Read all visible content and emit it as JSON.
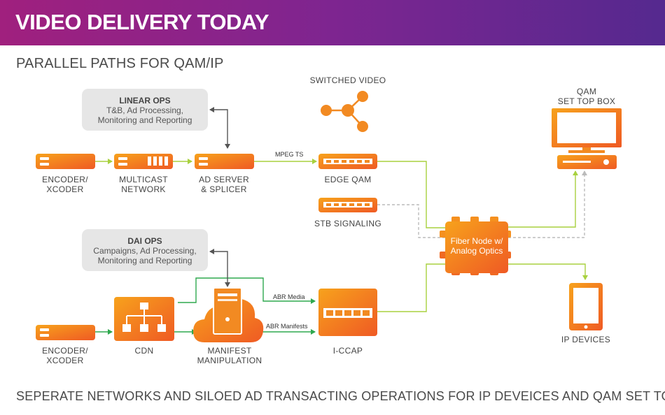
{
  "header": {
    "title": "VIDEO DELIVERY TODAY"
  },
  "subtitle": "PARALLEL PATHS FOR QAM/IP",
  "footer": "SEPERATE NETWORKS AND SILOED AD TRANSACTING OPERATIONS FOR IP DEVEICES AND QAM SET TOPS",
  "linear_ops": {
    "title": "LINEAR OPS",
    "line1": "T&B, Ad Processing,",
    "line2": "Monitoring and Reporting"
  },
  "dai_ops": {
    "title": "DAI OPS",
    "line1": "Campaigns, Ad Processing,",
    "line2": "Monitoring and Reporting"
  },
  "nodes": {
    "encoder_top": {
      "line1": "ENCODER/",
      "line2": "XCODER"
    },
    "multicast": {
      "line1": "MULTICAST",
      "line2": "NETWORK"
    },
    "ad_server": {
      "line1": "AD SERVER",
      "line2": "& SPLICER"
    },
    "switched_video": "SWITCHED VIDEO",
    "edge_qam": "EDGE QAM",
    "stb_signaling": "STB SIGNALING",
    "qam_stb": {
      "line1": "QAM",
      "line2": "SET TOP BOX"
    },
    "fiber_node": {
      "line1": "Fiber Node w/",
      "line2": "Analog Optics"
    },
    "ip_devices": "IP DEVICES",
    "encoder_bottom": {
      "line1": "ENCODER/",
      "line2": "XCODER"
    },
    "cdn": "CDN",
    "manifest": {
      "line1": "MANIFEST",
      "line2": "MANIPULATION"
    },
    "iccap": "I-CCAP"
  },
  "edges": {
    "mpeg_ts": "MPEG TS",
    "abr_media": "ABR Media",
    "abr_manifests": "ABR Manifests"
  },
  "colors": {
    "header_start": "#a0207e",
    "header_end": "#55298f",
    "orange_light": "#f7a21c",
    "orange_dark": "#ef5a24",
    "green_line": "#a8d13f",
    "green_dark": "#2fa84f",
    "ops_bg": "#e6e6e6"
  }
}
